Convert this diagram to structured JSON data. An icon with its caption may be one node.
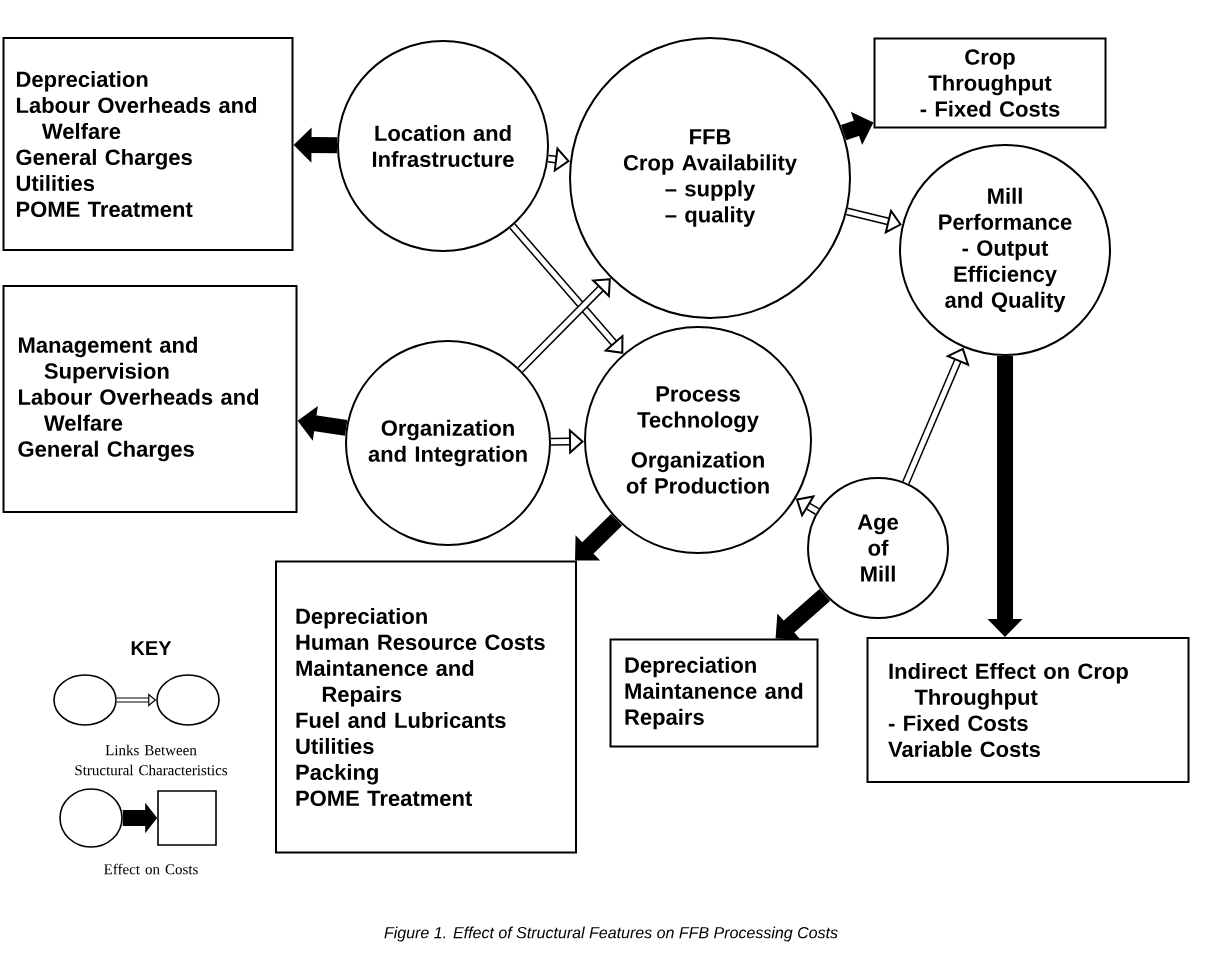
{
  "diagram": {
    "caption": "Figure 1. Effect of Structural Features on FFB Processing Costs",
    "nodes": [
      {
        "text": [
          "Depreciation",
          "Labour Overheads and Welfare",
          "General Charges",
          "Utilities",
          "POME Treatment"
        ]
      },
      {
        "text": [
          "Location and Infrastructure"
        ]
      },
      {
        "text": [
          "Crop Throughput",
          "- Fixed Costs"
        ]
      },
      {
        "text": [
          "FFB",
          "Crop Availability",
          "– supply",
          "– quality"
        ]
      },
      {
        "text": [
          "Mill Performance",
          "- Output Efficiency and Quality"
        ]
      },
      {
        "text": [
          "Management and Supervision",
          "Labour Overheads and Welfare",
          "General Charges"
        ]
      },
      {
        "text": [
          "Organization and Integration"
        ]
      },
      {
        "text": [
          "Process Technology",
          "Organization of Production"
        ]
      },
      {
        "text": [
          "Age of Mill"
        ]
      },
      {
        "text": [
          "Depreciation",
          "Human Resource Costs",
          "Maintanence and Repairs",
          "Fuel and Lubricants",
          "Utilities",
          "Packing",
          "POME Treatment"
        ]
      },
      {
        "text": [
          "Depreciation",
          "Maintanence and Repairs"
        ]
      },
      {
        "text": [
          "Indirect Effect on Crop Throughput",
          "- Fixed Costs",
          "Variable Costs"
        ]
      },
      {
        "text": [],
        "shape": "circle"
      },
      {
        "text": [],
        "shape": "circle"
      },
      {
        "text": [],
        "shape": "circle"
      },
      {
        "text": [],
        "shape": "box"
      }
    ],
    "edges": [
      {
        "from": 1,
        "to": 0,
        "arrow": "to",
        "style": "thick"
      },
      {
        "from": 1,
        "to": 3,
        "arrow": "to"
      },
      {
        "from": 3,
        "to": 2,
        "arrow": "to",
        "style": "thick"
      },
      {
        "from": 1,
        "to": 7,
        "arrow": "to"
      },
      {
        "from": 3,
        "to": 4,
        "arrow": "to"
      },
      {
        "from": 6,
        "to": 3,
        "arrow": "to"
      },
      {
        "from": 6,
        "to": 5,
        "arrow": "to",
        "style": "thick"
      },
      {
        "from": 6,
        "to": 7,
        "arrow": "to"
      },
      {
        "from": 8,
        "to": 7,
        "arrow": "to"
      },
      {
        "from": 8,
        "to": 4,
        "arrow": "to"
      },
      {
        "from": 7,
        "to": 9,
        "arrow": "to",
        "style": "thick"
      },
      {
        "from": 8,
        "to": 10,
        "arrow": "to",
        "style": "thick"
      },
      {
        "from": 4,
        "to": 11,
        "arrow": "to",
        "style": "thick"
      },
      {
        "from": 12,
        "to": 13,
        "arrow": "to"
      },
      {
        "from": 14,
        "to": 15,
        "arrow": "to",
        "style": "thick"
      }
    ],
    "labels": [
      "KEY"
    ],
    "legend": [
      {
        "text": "Links Between Structural Characteristics"
      },
      {
        "text": "Effect on Costs"
      }
    ]
  }
}
